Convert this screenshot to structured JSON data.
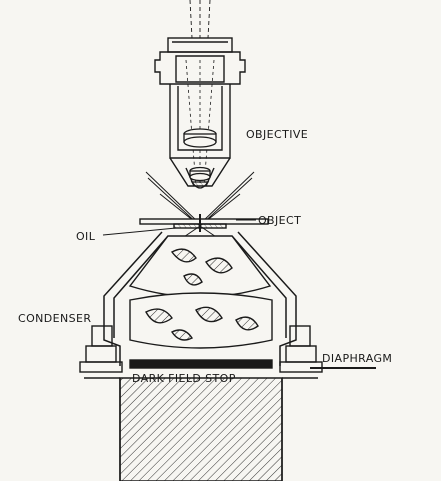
{
  "labels": {
    "objective": "OBJECTIVE",
    "object": "OBJECT",
    "oil": "OIL",
    "condenser": "CONDENSER",
    "diaphragm": "DIAPHRAGM",
    "dark_field_stop": "DARK FIELD STOP"
  },
  "colors": {
    "ink": "#1a1a1a",
    "paper": "#f7f6f2"
  }
}
